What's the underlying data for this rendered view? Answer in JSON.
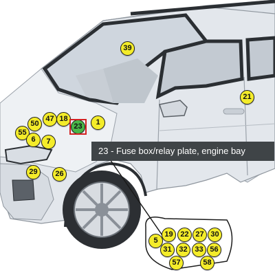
{
  "diagram": {
    "colors": {
      "marker_fill": "#f4ec2a",
      "selected_fill": "#49b648",
      "selected_outline": "#d32222",
      "tooltip_bg": "#3f4447"
    },
    "markers": [
      {
        "id": "m39",
        "label": "39"
      },
      {
        "id": "m21",
        "label": "21"
      },
      {
        "id": "m47",
        "label": "47"
      },
      {
        "id": "m18",
        "label": "18"
      },
      {
        "id": "m23",
        "label": "23",
        "selected": true
      },
      {
        "id": "m1",
        "label": "1"
      },
      {
        "id": "m50",
        "label": "50"
      },
      {
        "id": "m55",
        "label": "55"
      },
      {
        "id": "m6",
        "label": "6"
      },
      {
        "id": "m7",
        "label": "7"
      },
      {
        "id": "m29",
        "label": "29"
      },
      {
        "id": "m26",
        "label": "26"
      },
      {
        "id": "m5",
        "label": "5"
      },
      {
        "id": "m19",
        "label": "19"
      },
      {
        "id": "m22",
        "label": "22"
      },
      {
        "id": "m27",
        "label": "27"
      },
      {
        "id": "m30",
        "label": "30"
      },
      {
        "id": "m31",
        "label": "31"
      },
      {
        "id": "m32",
        "label": "32"
      },
      {
        "id": "m33",
        "label": "33"
      },
      {
        "id": "m56",
        "label": "56"
      },
      {
        "id": "m57",
        "label": "57"
      },
      {
        "id": "m58",
        "label": "58"
      }
    ],
    "tooltip": {
      "text": "23 - Fuse box/relay plate, engine bay"
    }
  }
}
